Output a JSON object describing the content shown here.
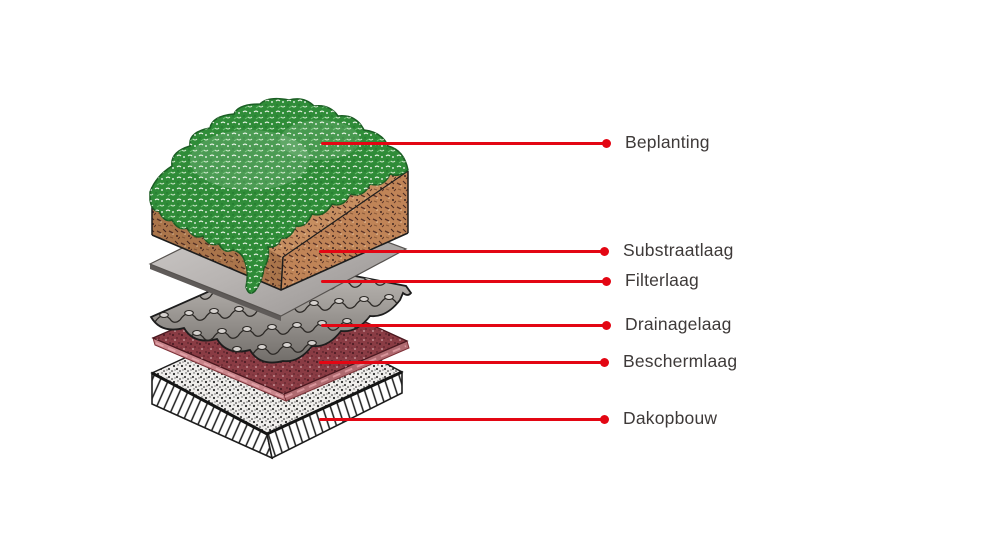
{
  "diagram": {
    "layers": [
      {
        "id": "beplanting",
        "label": "Beplanting",
        "graphic": "vegetation-top",
        "color": "#2f8c38"
      },
      {
        "id": "substraatlaag",
        "label": "Substraatlaag",
        "graphic": "soil-substrate-block",
        "color": "#c68e60"
      },
      {
        "id": "filterlaag",
        "label": "Filterlaag",
        "graphic": "filter-fleece-sheet",
        "color": "#b7b3b1"
      },
      {
        "id": "drainagelaag",
        "label": "Drainagelaag",
        "graphic": "dimpled-drainage-sheet",
        "color": "#8d8986"
      },
      {
        "id": "beschermlaag",
        "label": "Beschermlaag",
        "graphic": "protection-mat",
        "color": "#8a3c44"
      },
      {
        "id": "dakopbouw",
        "label": "Dakopbouw",
        "graphic": "roof-deck-block",
        "color": "#f0eeeb"
      }
    ],
    "callout": {
      "line_color": "#e30613",
      "text_color": "#3e3a39"
    },
    "background": "#ffffff"
  }
}
